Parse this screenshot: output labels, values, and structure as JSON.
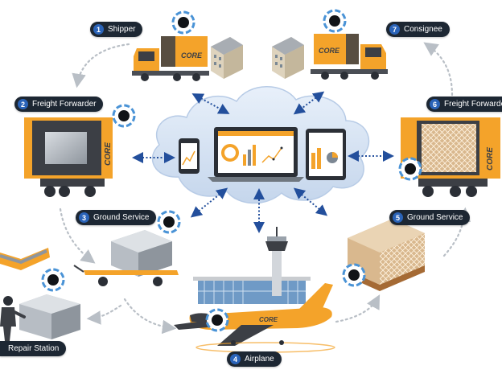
{
  "stages": [
    {
      "num": "1",
      "label": "Shipper"
    },
    {
      "num": "2",
      "label": "Freight Forwarder"
    },
    {
      "num": "3",
      "label": "Ground Service"
    },
    {
      "num": "4",
      "label": "Airplane"
    },
    {
      "num": "5",
      "label": "Ground Service"
    },
    {
      "num": "6",
      "label": "Freight Forwarder"
    },
    {
      "num": "7",
      "label": "Consignee"
    },
    {
      "num": "",
      "label": "Repair Station"
    }
  ],
  "brand_text": "CORE",
  "icons": [
    "cloud-icon",
    "laptop-icon",
    "smartphone-icon",
    "tablet-icon",
    "truck-icon",
    "warehouse-icon",
    "cargo-container-icon",
    "tracking-sensor-icon",
    "control-tower-icon",
    "airplane-icon",
    "pallet-icon",
    "worker-icon"
  ],
  "colors": {
    "accent_orange": "#f4a32a",
    "label_bg": "#1d2733",
    "label_number": "#2a63b8",
    "cloud": "#d6e4f4",
    "arrow_blue": "#234f9c",
    "path_grey": "#b9bfc6"
  }
}
